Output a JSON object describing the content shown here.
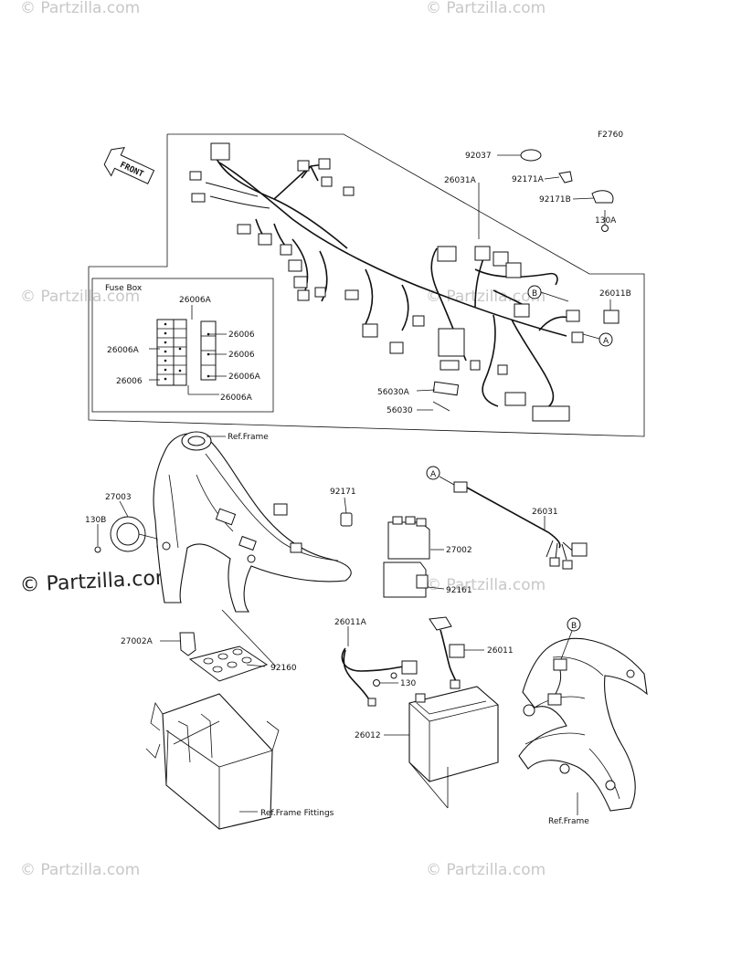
{
  "diagram_code": "F2760",
  "watermarks": {
    "small": "© Partzilla.com",
    "large": "© Partzilla.com"
  },
  "fuse_box": {
    "title": "Fuse Box",
    "labels": [
      "26006A",
      "26006",
      "26006A",
      "26006",
      "26006A",
      "26006",
      "26006A"
    ]
  },
  "front_arrow": "FRONT",
  "harness_labels": {
    "p92037": "92037",
    "p26031A": "26031A",
    "p92171A": "92171A",
    "p92171B": "92171B",
    "p130A": "130A",
    "p26011B": "26011B",
    "p56030A": "56030A",
    "p56030": "56030",
    "circle_a": "A",
    "circle_b": "B"
  },
  "frame_labels": {
    "ref_frame": "Ref.Frame",
    "p27003": "27003",
    "p130B": "130B",
    "p92171": "92171"
  },
  "module_labels": {
    "circle_a": "A",
    "p26031": "26031",
    "p27002": "27002",
    "p92161": "92161"
  },
  "battery_box_labels": {
    "p27002A": "27002A",
    "p92160": "92160",
    "ref_frame_fittings": "Ref.Frame Fittings"
  },
  "battery_labels": {
    "p26011A": "26011A",
    "p26011": "26011",
    "p130": "130",
    "p26012": "26012"
  },
  "rear_frame_labels": {
    "circle_b": "B",
    "ref_frame": "Ref.Frame"
  }
}
